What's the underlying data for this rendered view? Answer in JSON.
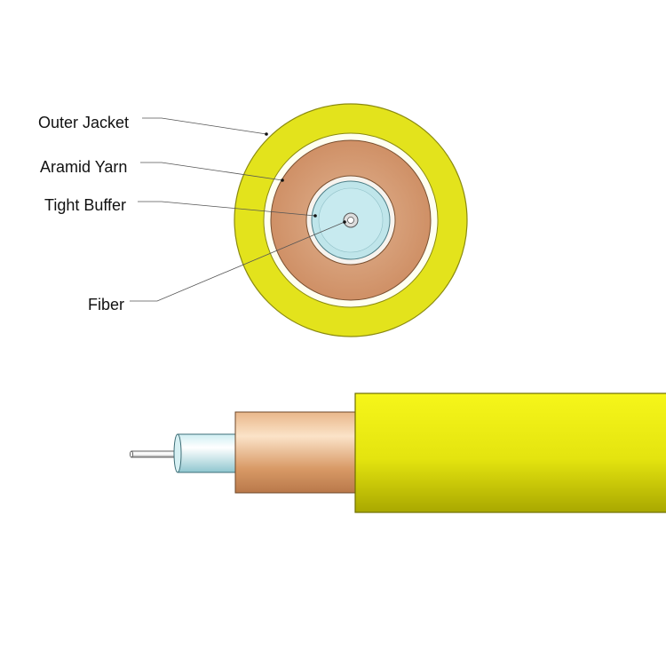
{
  "labels": {
    "outer_jacket": "Outer Jacket",
    "aramid_yarn": "Aramid Yarn",
    "tight_buffer": "Tight Buffer",
    "fiber": "Fiber"
  },
  "colors": {
    "outer_jacket": "#e6e619",
    "aramid_yarn": "#d99a6c",
    "tight_buffer": "#bfe7ec",
    "fiber": "#e8e8e8",
    "leader_line": "#555555"
  }
}
